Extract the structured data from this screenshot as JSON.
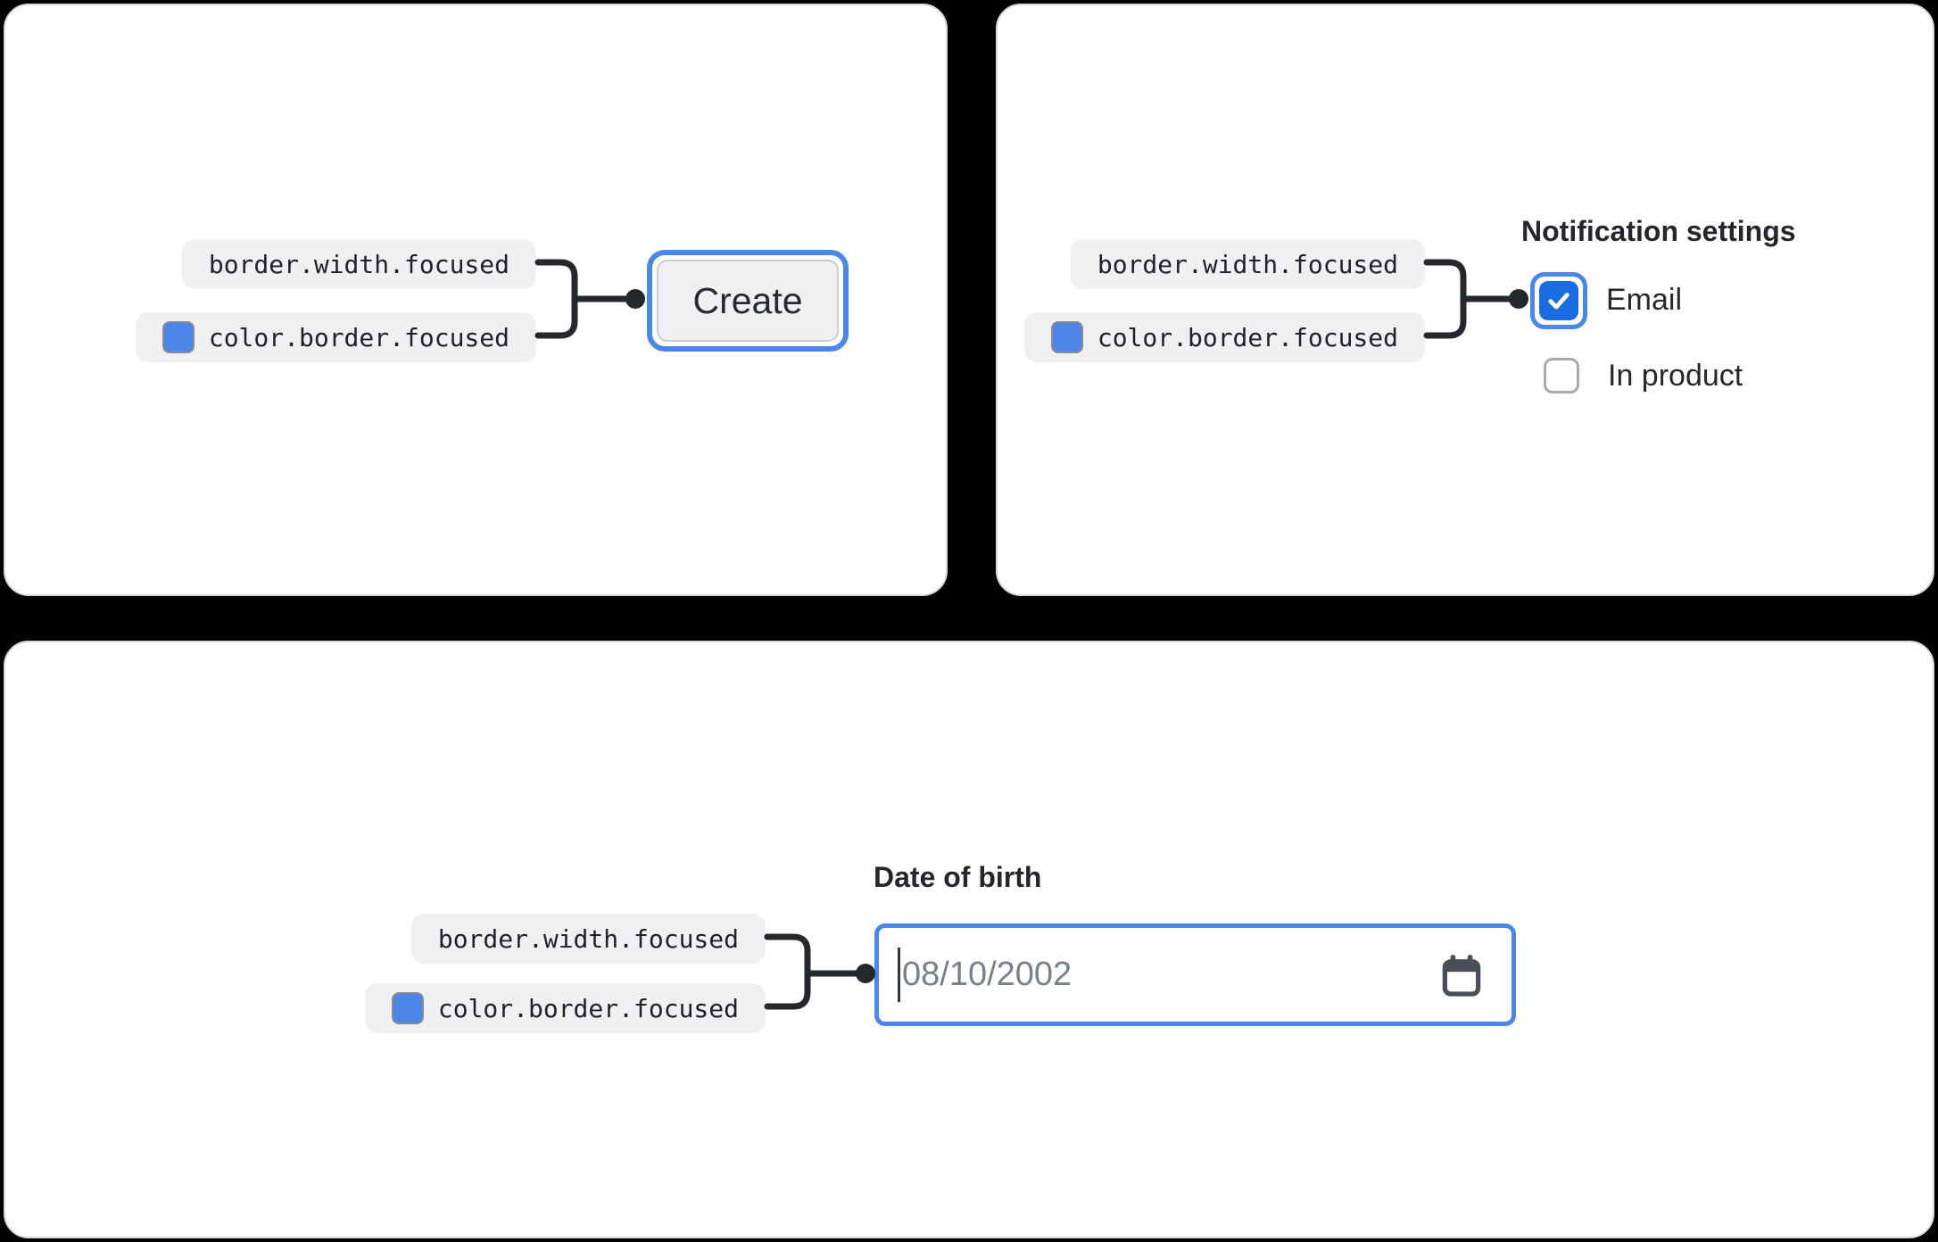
{
  "tokens": {
    "width_token": "border.width.focused",
    "color_token": "color.border.focused"
  },
  "button_panel": {
    "button_label": "Create"
  },
  "checkbox_panel": {
    "heading": "Notification settings",
    "options": [
      {
        "label": "Email",
        "checked": true
      },
      {
        "label": "In product",
        "checked": false
      }
    ]
  },
  "datefield_panel": {
    "label": "Date of birth",
    "placeholder": "08/10/2002"
  },
  "colors": {
    "page_background": "#000000",
    "panel_background": "#ffffff",
    "panel_border": "#d9dade",
    "chip_background": "#f0f0f2",
    "chip_text": "#1e2226",
    "connector": "#25282d",
    "focus_ring_blue": "#4c86e8",
    "swatch_blue": "#4d84e8",
    "checkbox_checked_blue": "#1b6ce0",
    "button_background": "#eff0f2",
    "button_border": "#c9ccd1",
    "button_text": "#26292e",
    "placeholder_text": "#7a8089",
    "calendar_icon_gray": "#4a4f55",
    "unchecked_checkbox_border": "#a6aab1"
  },
  "icons": {
    "swatch": "color-swatch",
    "checkmark": "checkmark-icon",
    "calendar": "calendar-icon"
  }
}
